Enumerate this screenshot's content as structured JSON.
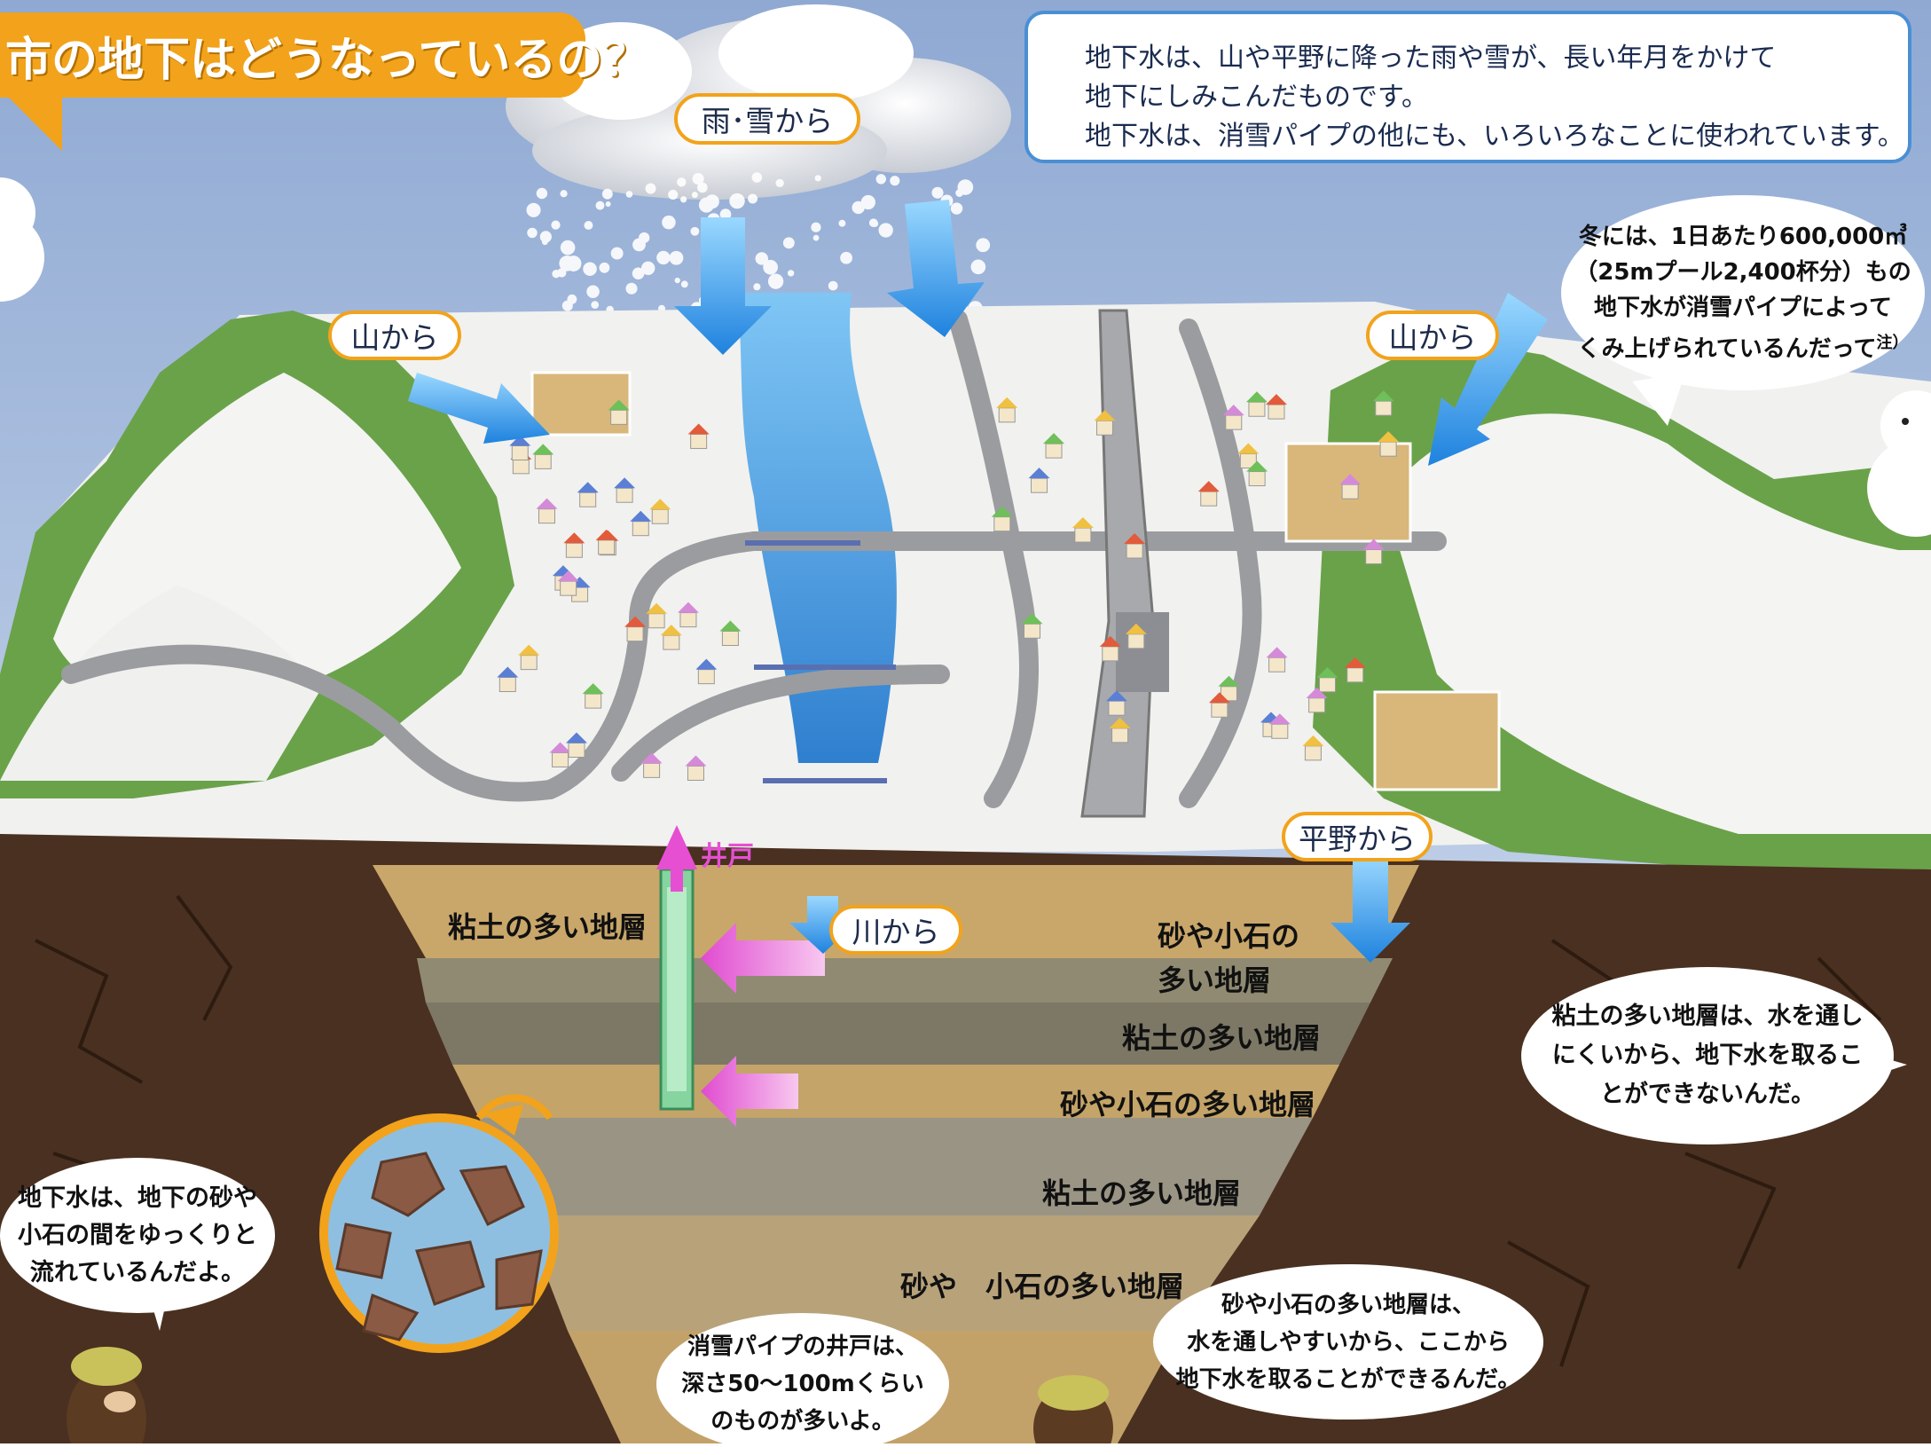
{
  "title_banner": "市の地下はどうなっているの？",
  "intro": {
    "lines": [
      "地下水は、山や平野に降った雨や雪が、長い年月をかけて",
      "地下にしみこんだものです。",
      "地下水は、消雪パイプの他にも、いろいろなことに使われています。"
    ]
  },
  "source_labels": {
    "rain_snow": "雨･雪から",
    "mountain_left": "山から",
    "mountain_right": "山から",
    "plain": "平野から",
    "river": "川から",
    "well": "井戸"
  },
  "layers": [
    "粘土の多い地層",
    "砂や小石の多い地層",
    "粘土の多い地層",
    "砂や小石の多い地層",
    "粘土の多い地層",
    "砂や　小石の多い地層"
  ],
  "top_layer_left": "粘土の多い地層",
  "top_layer_right": [
    "砂や小石の",
    "多い地層"
  ],
  "bubbles": {
    "winter": [
      "冬には、1日あたり600,000㎥",
      "（25mプール2,400杯分）もの",
      "地下水が消雪パイプによって",
      "くみ上げられているんだって",
      "注）"
    ],
    "clay": [
      "粘土の多い地層は、水を通し",
      "にくいから、地下水を取るこ",
      "とができないんだ。"
    ],
    "flow": [
      "地下水は、地下の砂や",
      "小石の間をゆっくりと",
      "流れているんだよ。"
    ],
    "well_depth": [
      "消雪パイプの井戸は、",
      "深さ50～100mくらい",
      "のものが多いよ。"
    ],
    "sand": [
      "砂や小石の多い地層は、",
      "水を通しやすいから、ここから",
      "地下水を取ることができるんだ。"
    ]
  },
  "colors": {
    "sky_top": "#95aed6",
    "sky_bottom": "#d8e2f1",
    "banner": "#f2a31b",
    "pill_border": "#f2a31b",
    "earth": "#4a3020",
    "sand_layer": "#c9a76a",
    "clay_layer": "#908a72",
    "river": "#3f8fd8",
    "arrow_blue": "#2a8fe0",
    "arrow_pink": "#e64fd2"
  }
}
